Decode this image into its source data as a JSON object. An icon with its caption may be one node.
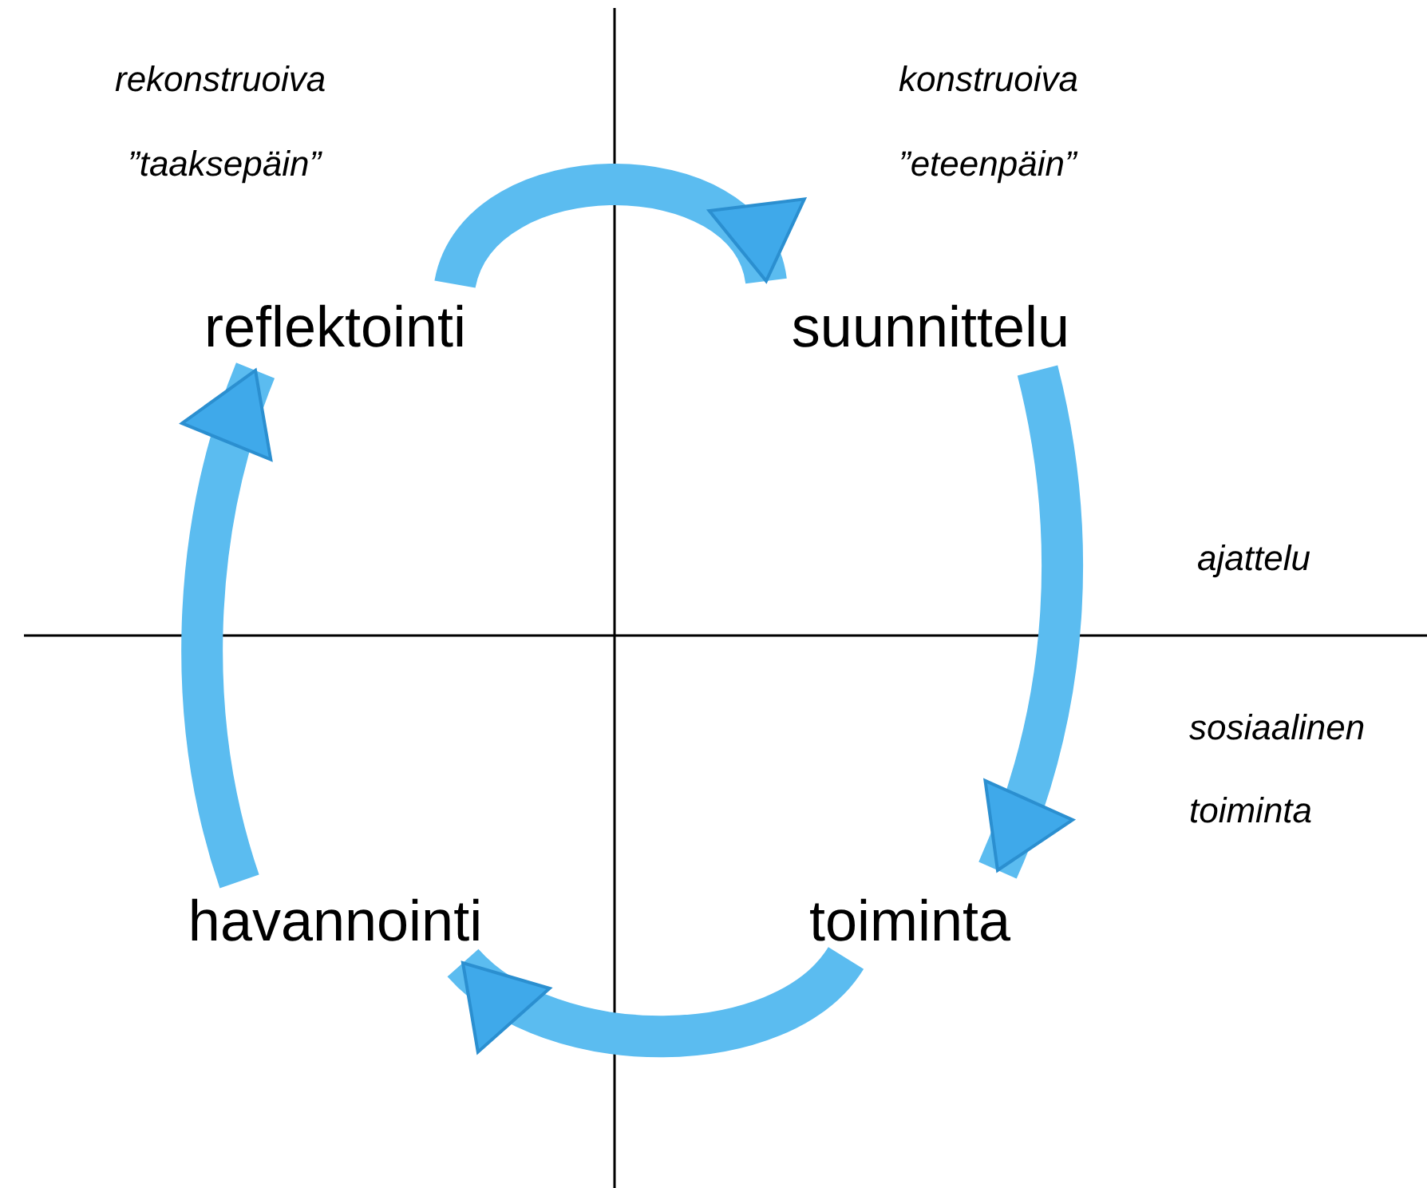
{
  "diagram": {
    "nodes": [
      {
        "text": [
          "reflektointi"
        ]
      },
      {
        "text": [
          "suunnittelu"
        ]
      },
      {
        "text": [
          "toiminta"
        ]
      },
      {
        "text": [
          "havannointi"
        ]
      }
    ],
    "edges": [
      {
        "from": 0,
        "to": 1,
        "arrow": "to"
      },
      {
        "from": 1,
        "to": 2,
        "arrow": "to"
      },
      {
        "from": 2,
        "to": 3,
        "arrow": "to"
      },
      {
        "from": 3,
        "to": 0,
        "arrow": "to"
      }
    ],
    "labels": [
      "rekonstruoiva",
      "”taaksepäin”",
      "konstruoiva",
      "”eteenpäin”",
      "ajattelu",
      "sosiaalinen toiminta"
    ]
  }
}
